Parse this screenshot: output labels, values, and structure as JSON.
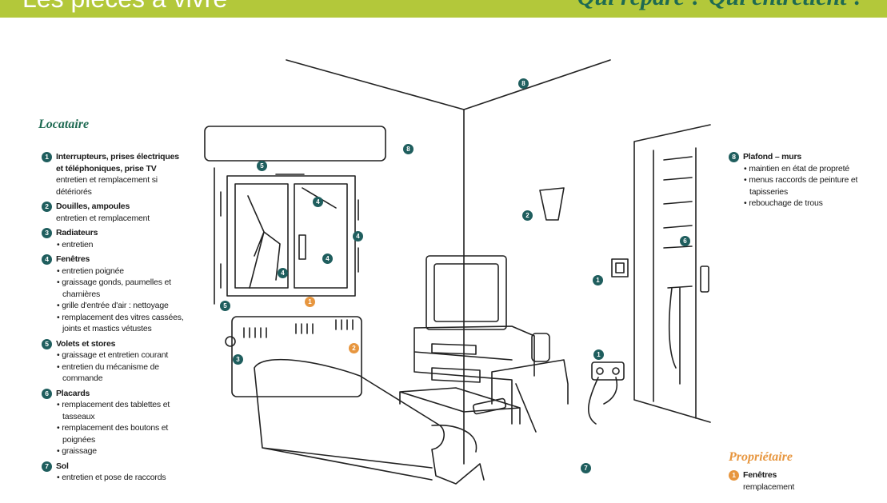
{
  "header": {
    "title_left": "Les pièces à vivre",
    "title_right": "Qui répare ? Qui entretient ?"
  },
  "colors": {
    "green_bar": "#b3c83a",
    "teal": "#1f5e5e",
    "orange": "#e7963f",
    "title_green": "#1e6a52"
  },
  "locataire": {
    "title": "Locataire",
    "items": [
      {
        "num": "1",
        "title": "Interrupteurs, prises électriques",
        "title2": "et téléphoniques, prise TV",
        "lines": [
          "entretien et remplacement si",
          "détériorés"
        ],
        "bullets": []
      },
      {
        "num": "2",
        "title": "Douilles, ampoules",
        "title2": "",
        "lines": [
          "entretien et remplacement"
        ],
        "bullets": []
      },
      {
        "num": "3",
        "title": "Radiateurs",
        "title2": "",
        "lines": [],
        "bullets": [
          "entretien"
        ]
      },
      {
        "num": "4",
        "title": "Fenêtres",
        "title2": "",
        "lines": [],
        "bullets": [
          "entretien poignée",
          "graissage gonds, paumelles et charnières",
          "grille d'entrée d'air : nettoyage",
          "remplacement des vitres cassées, joints et mastics vétustes"
        ]
      },
      {
        "num": "5",
        "title": "Volets et stores",
        "title2": "",
        "lines": [],
        "bullets": [
          "graissage et entretien courant",
          "entretien du mécanisme de commande"
        ]
      },
      {
        "num": "6",
        "title": "Placards",
        "title2": "",
        "lines": [],
        "bullets": [
          "remplacement des tablettes et tasseaux",
          "remplacement des boutons et poignées",
          "graissage"
        ]
      },
      {
        "num": "7",
        "title": "Sol",
        "title2": "",
        "lines": [],
        "bullets": [
          "entretien et pose de raccords"
        ]
      }
    ]
  },
  "plafond": {
    "num": "8",
    "title": "Plafond – murs",
    "bullets": [
      "maintien en état de propreté",
      "menus raccords de peinture et tapisseries",
      "rebouchage de trous"
    ]
  },
  "proprietaire": {
    "title": "Propriétaire",
    "items": [
      {
        "num": "1",
        "title": "Fenêtres",
        "lines": [
          "remplacement"
        ]
      }
    ]
  },
  "markers": [
    {
      "label": "8",
      "tone": "teal"
    },
    {
      "label": "8",
      "tone": "teal"
    },
    {
      "label": "5",
      "tone": "teal"
    },
    {
      "label": "4",
      "tone": "teal"
    },
    {
      "label": "4",
      "tone": "teal"
    },
    {
      "label": "4",
      "tone": "teal"
    },
    {
      "label": "4",
      "tone": "teal"
    },
    {
      "label": "5",
      "tone": "teal"
    },
    {
      "label": "1",
      "tone": "orange"
    },
    {
      "label": "2",
      "tone": "orange"
    },
    {
      "label": "3",
      "tone": "teal"
    },
    {
      "label": "2",
      "tone": "teal"
    },
    {
      "label": "1",
      "tone": "teal"
    },
    {
      "label": "1",
      "tone": "teal"
    },
    {
      "label": "6",
      "tone": "teal"
    },
    {
      "label": "7",
      "tone": "teal"
    }
  ]
}
